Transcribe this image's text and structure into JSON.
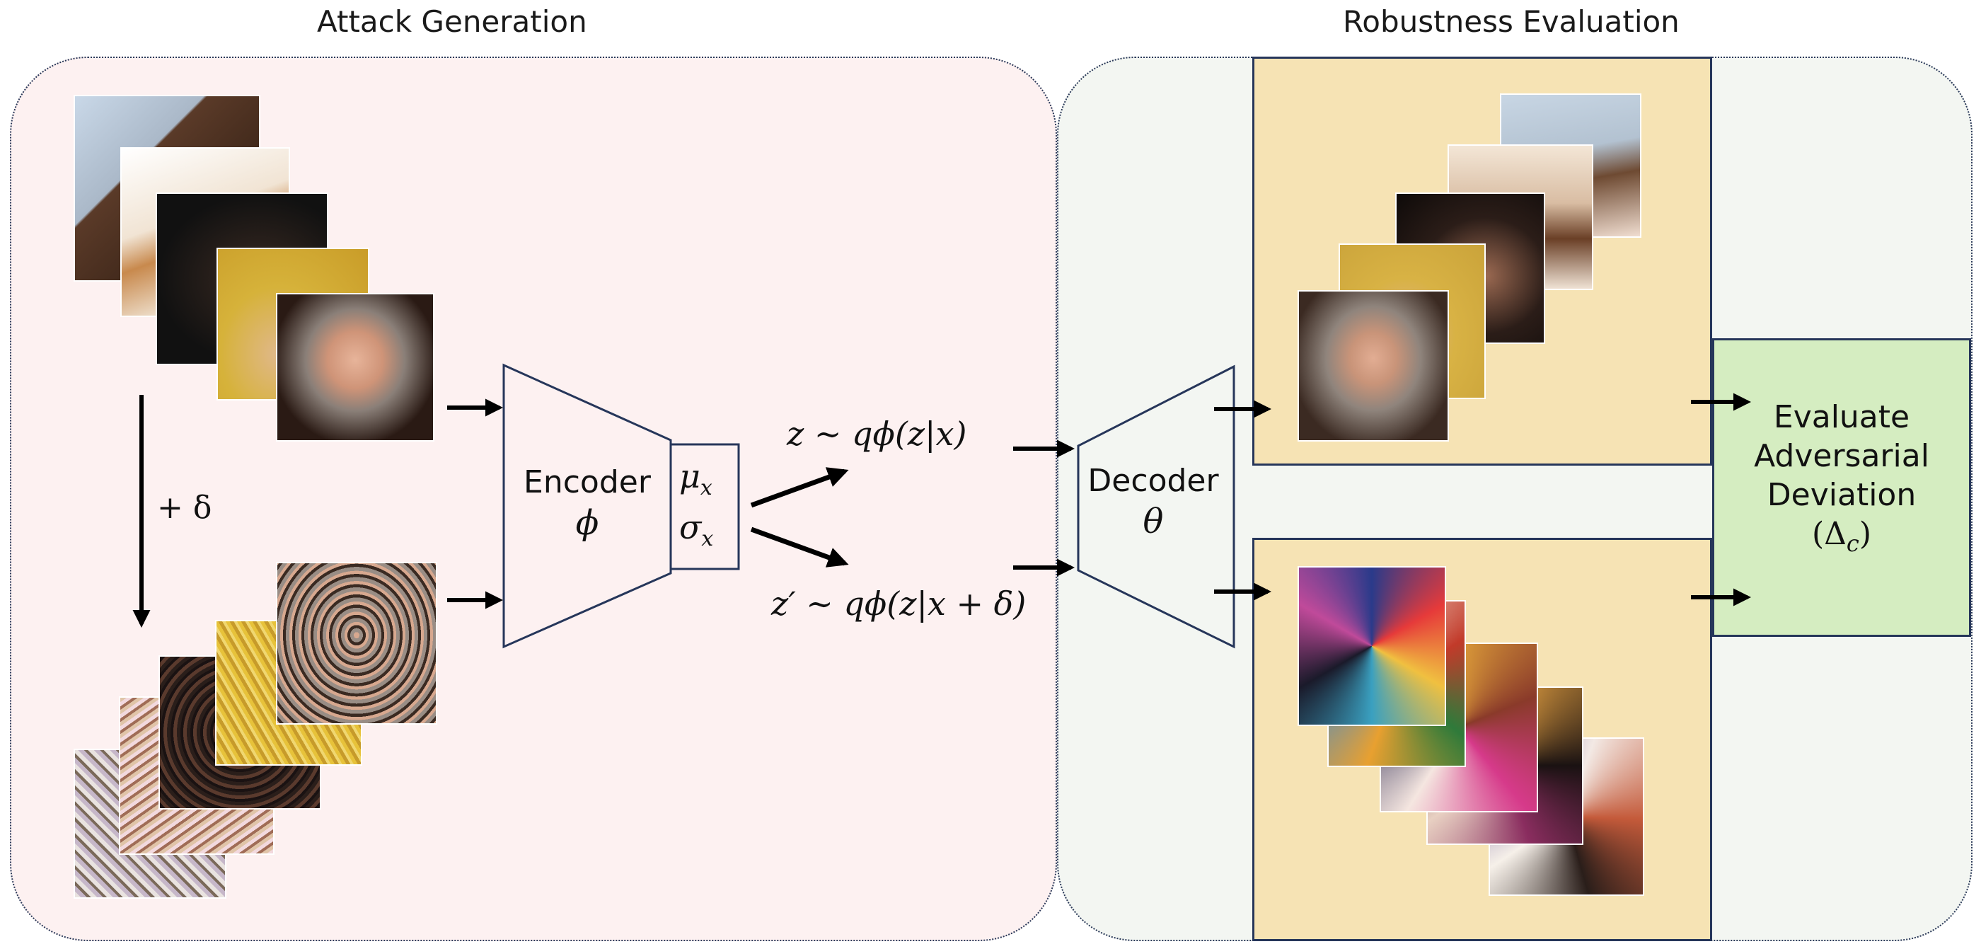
{
  "titles": {
    "attack": "Attack Generation",
    "robustness": "Robustness Evaluation"
  },
  "encoder": {
    "name": "Encoder",
    "param": "ϕ"
  },
  "latent": {
    "mu": "μ",
    "mu_sub": "x",
    "sigma": "σ",
    "sigma_sub": "x"
  },
  "decoder": {
    "name": "Decoder",
    "param": "θ"
  },
  "perturbation": {
    "label": "+ δ"
  },
  "samples": {
    "clean": "z ∼ qϕ(z|x)",
    "adversarial": "z′ ∼ qϕ(z|x + δ)"
  },
  "evaluation": {
    "line1": "Evaluate",
    "line2": "Adversarial",
    "line3": "Deviation",
    "symbol": "(Δ",
    "symbol_sub": "c",
    "symbol_close": ")"
  },
  "colors": {
    "attack_panel": "#fdf1f1",
    "robust_panel": "#f3f6f2",
    "output_box": "#f6e3b4",
    "eval_box": "#d5edc1",
    "outline": "#26365a"
  }
}
